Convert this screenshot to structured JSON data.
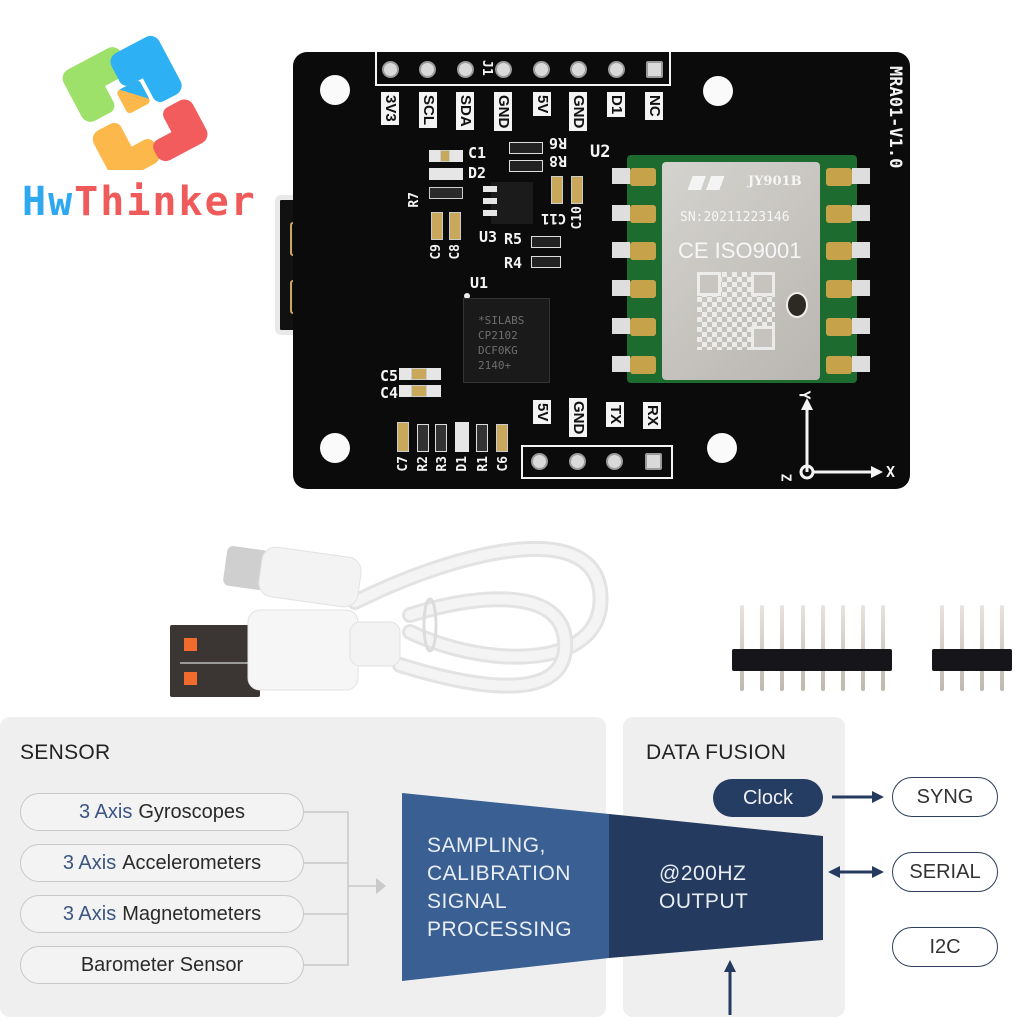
{
  "brand": {
    "name_part1": "Hw",
    "name_part2": "Thinker",
    "logo_colors": {
      "green": "#9de06a",
      "blue": "#2eb0f5",
      "orange": "#fdb84b",
      "red": "#f25c5c"
    }
  },
  "board": {
    "model_label": "MRA01-V1.0",
    "top_header": {
      "designator": "J1",
      "pins": [
        "3V3",
        "SCL",
        "SDA",
        "GND",
        "5V",
        "GND",
        "D1",
        "NC"
      ]
    },
    "bottom_header": {
      "pins": [
        "5V",
        "GND",
        "TX",
        "RX"
      ]
    },
    "component_labels": {
      "c1": "C1",
      "d2": "D2",
      "u2": "U2",
      "r6": "R6",
      "r8": "R8",
      "r7": "R7",
      "c9": "C9",
      "c8": "C8",
      "u3": "U3",
      "r5": "R5",
      "r4": "R4",
      "c11": "C11",
      "c10": "C10",
      "u1": "U1",
      "c5": "C5",
      "c4": "C4",
      "c7": "C7",
      "r2": "R2",
      "r3": "R3",
      "d1": "D1",
      "r1": "R1",
      "c6": "C6"
    },
    "usb_chip": {
      "lines": [
        "*SILABS",
        "CP2102",
        "DCF0KG",
        "2140+"
      ]
    },
    "sensor_module": {
      "model": "JY901B",
      "serial": "SN:20211223146",
      "cert": "CE ISO9001"
    },
    "axes": {
      "y": "Y",
      "x": "X",
      "z": "Z"
    }
  },
  "accessories": {
    "cable": "USB-A to USB-C cable",
    "header_8pin_count": 8,
    "header_4pin_count": 4
  },
  "diagram": {
    "sensor_panel": {
      "title": "SENSOR",
      "items": [
        {
          "prefix": "3 Axis",
          "name": "Gyroscopes"
        },
        {
          "prefix": "3 Axis",
          "name": "Accelerometers"
        },
        {
          "prefix": "3 Axis",
          "name": "Magnetometers"
        },
        {
          "prefix": "",
          "name": "Barometer Sensor"
        }
      ]
    },
    "processing": {
      "lines": [
        "SAMPLING,",
        "CALIBRATION",
        "SIGNAL",
        "PROCESSING"
      ]
    },
    "fusion_panel": {
      "title": "DATA FUSION",
      "clock_label": "Clock",
      "output_lines": [
        "@200HZ",
        "OUTPUT"
      ]
    },
    "outputs": [
      "SYNG",
      "SERIAL",
      "I2C"
    ],
    "colors": {
      "panel_bg": "#efefef",
      "processing_blue": "#3a5f93",
      "fusion_navy": "#243a5e",
      "arrow": "#243a5e"
    }
  }
}
